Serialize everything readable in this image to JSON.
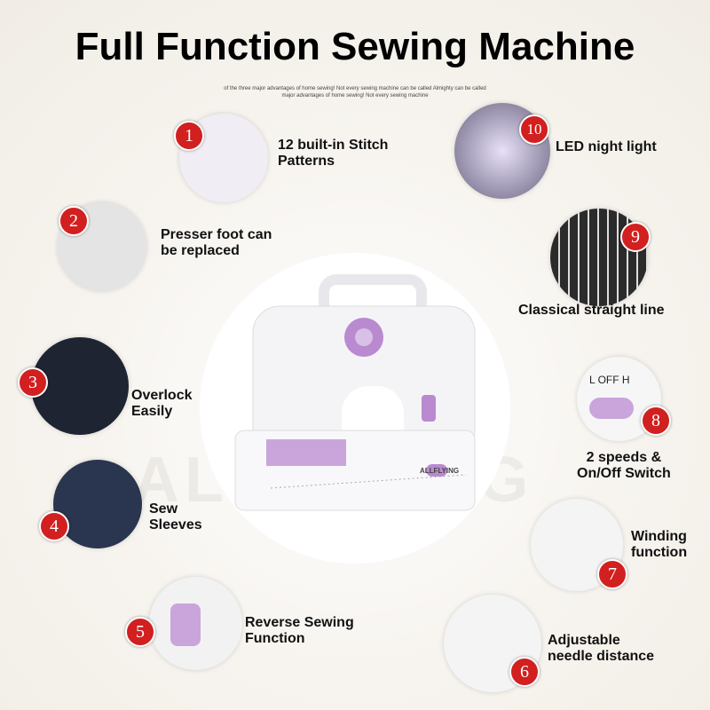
{
  "title": "Full Function Sewing Machine",
  "subtitle": [
    "of the three major advantages of home sewing! Not every sewing machine can be called Almighty can be called",
    "major advantages of home sewing! Not every sewing machine"
  ],
  "watermark": "ALLFLYING",
  "brand_on_machine": "ALLFLYING",
  "switch_text": "L OFF H",
  "colors": {
    "badge": "#d21f1f",
    "accent": "#b98ad0"
  },
  "features": [
    {
      "num": "1",
      "label": "12 built-in Stitch\nPatterns"
    },
    {
      "num": "2",
      "label": "Presser foot can\nbe replaced"
    },
    {
      "num": "3",
      "label": "Overlock\nEasily"
    },
    {
      "num": "4",
      "label": "Sew\nSleeves"
    },
    {
      "num": "5",
      "label": "Reverse Sewing\nFunction"
    },
    {
      "num": "6",
      "label": "Adjustable\nneedle distance"
    },
    {
      "num": "7",
      "label": "Winding\nfunction"
    },
    {
      "num": "8",
      "label": "2 speeds &\nOn/Off Switch"
    },
    {
      "num": "9",
      "label": "Classical straight line"
    },
    {
      "num": "10",
      "label": "LED night light"
    }
  ]
}
